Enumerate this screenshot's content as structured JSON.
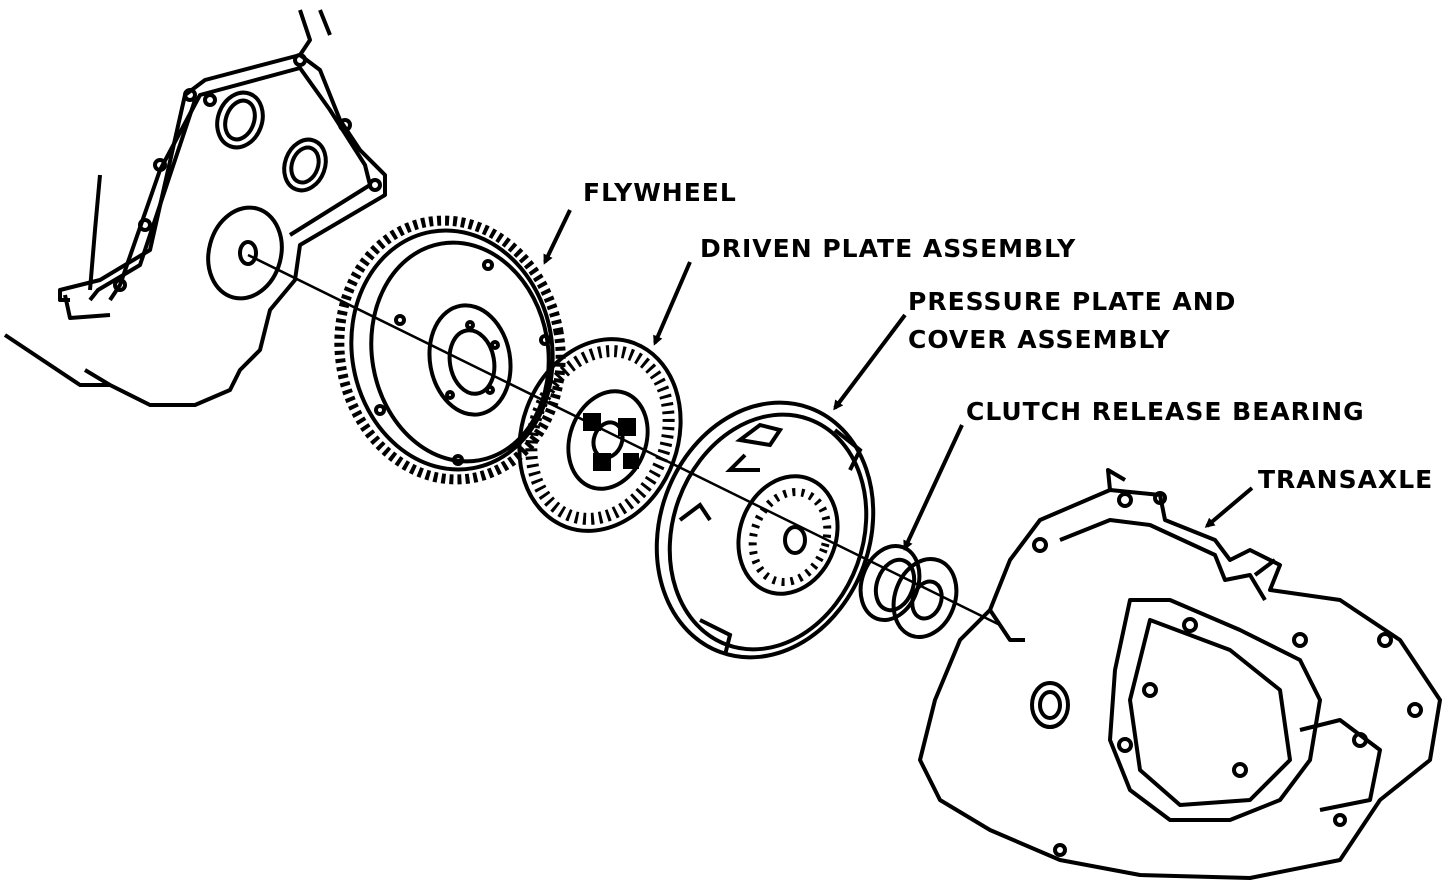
{
  "diagram": {
    "labels": {
      "flywheel": "FLYWHEEL",
      "driven_plate": "DRIVEN PLATE ASSEMBLY",
      "pressure_plate_line1": "PRESSURE PLATE AND",
      "pressure_plate_line2": "COVER ASSEMBLY",
      "release_bearing": "CLUTCH RELEASE BEARING",
      "transaxle": "TRANSAXLE"
    },
    "colors": {
      "ink": "#000000",
      "paper": "#ffffff"
    }
  }
}
